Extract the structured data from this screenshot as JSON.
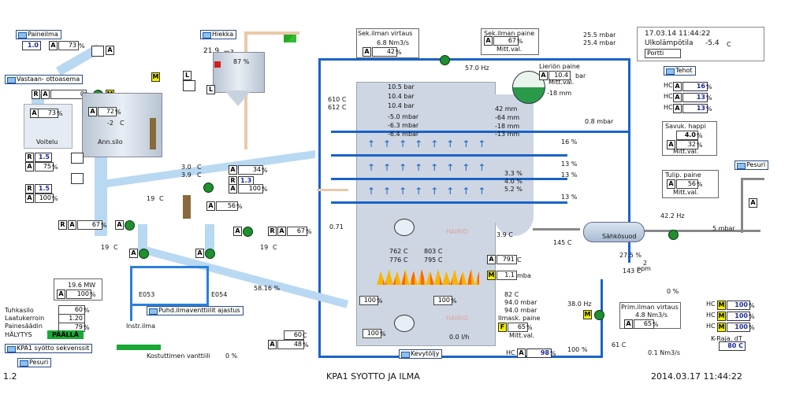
{
  "footer": {
    "left": "1.2",
    "title": "KPA1 SYOTTO JA ILMA",
    "datetime": "2014.03.17 11:44:22"
  },
  "header": {
    "date_time": "17.03.14 11:44:22",
    "outdoor_label": "Ulkolämpötila",
    "outdoor_value": "-5.4",
    "outdoor_unit": "C",
    "gate_button": "Portti"
  },
  "tags": {
    "paineilma": "Paineilma",
    "vastaan": "Vastaan-\nottoasema",
    "hiekka": "Hiekka",
    "tehot": "Tehot",
    "pesuri_right": "Pesuri",
    "pesuri_bottom": "Pesuri",
    "kevytoljy": "Kevytöljy",
    "puhd": "Puhd.ilmaventtiilit ajastus",
    "sekvenssit": "KPA1 syötto sekvenssit"
  },
  "labels": {
    "voitelu": "Voitelu",
    "annsilo": "Ann.silo",
    "instrilma": "Instr.ilma",
    "e053": "E053",
    "e054": "E054",
    "sahkosuod": "Sähkösuod",
    "hairio1": "HAIRIO",
    "hairio2": "HAIRIO"
  },
  "left_panel": {
    "v1": "1.0",
    "a73_1": "73",
    "r0": "0",
    "a73_2": "73",
    "a72": "72",
    "ann_temp": "-2",
    "r15_1": "1.5",
    "a75": "75",
    "r15_2": "1.5",
    "a100": "100",
    "hiekka_val": "21.9",
    "hiekka_unit": "m3",
    "silo_pct": "87"
  },
  "mid_values": {
    "t30": "3.0",
    "t39": "3.9",
    "a34": "34",
    "r13": "1.3",
    "a100_2": "100",
    "t19a": "19",
    "a56": "56",
    "ra67": "67",
    "ra67b": "67",
    "t19b": "19",
    "t19c": "19",
    "flow_58": "58.16",
    "t071": "0.71"
  },
  "boiler": {
    "p1": "10.5",
    "p2": "10.4",
    "p3": "10.4",
    "p_unit": "bar",
    "m1": "-5.0",
    "m2": "-6.3",
    "m3": "-6.4",
    "m_unit": "mbar",
    "mm1": "42",
    "mm2": "-64",
    "mm3": "-18",
    "mm4": "-13",
    "mm_unit": "mm",
    "t610": "610",
    "t612": "612",
    "o33": "3.3",
    "o40": "4.0",
    "o52": "5.2",
    "bed1": "762",
    "bed2": "803",
    "bed3": "776",
    "bed4": "795",
    "flow": "0.0",
    "flow_unit": "l/h",
    "t39b": "3.9"
  },
  "top_right": {
    "sek_virtaus_label": "Sek.ilman virtaus",
    "sek_virtaus": "6.8",
    "sek_virtaus_unit": "Nm3/s",
    "sek_a": "42",
    "sek_paine_label": "Sek.ilman paine",
    "sek_paine_a": "67",
    "mittval": "Mitt.val.",
    "p255": "25.5",
    "p254": "25.4",
    "freq57": "57.0",
    "drum_label": "Lieriön paine",
    "drum_p": "10.4",
    "drum_unit": "bar",
    "drum_mm": "-18",
    "p08": "0.8",
    "d16": "16",
    "d13a": "13",
    "d13b": "13",
    "d13c": "13"
  },
  "tehot": {
    "hc1": "16",
    "hc2": "13",
    "hc3": "13"
  },
  "savu": {
    "label": "Savuk. happi",
    "val": "4.0",
    "a": "32"
  },
  "tulip": {
    "label": "Tulip. paine",
    "a": "56"
  },
  "lower_right": {
    "freq422": "42.2",
    "mbar5": "5",
    "t145": "145",
    "p275": "27.5",
    "p2": "2",
    "t143": "143",
    "zero": "0",
    "ppm": "ppm"
  },
  "bottom_mid": {
    "a791": "791",
    "m11": "1.1",
    "t82": "82",
    "p94a": "94.0",
    "p94b": "94.0",
    "imask_label": "Ilmask. paine",
    "imask_f": "65",
    "hz38": "38.0",
    "prim_label": "Prim.ilman virtaus",
    "prim_v": "4.8",
    "prim_unit": "Nm3/s",
    "prim_a": "65",
    "hc98": "98",
    "pct100": "100",
    "t61": "61",
    "flow01": "0.1",
    "v100a": "100",
    "v100b": "100",
    "v100c": "100"
  },
  "right_bottom": {
    "hc1": "100",
    "hc2": "100",
    "hc3": "100",
    "kraja_label": "K-Raja. dT",
    "kraja": "80"
  },
  "left_bottom": {
    "mw": "19.6",
    "mw_unit": "MW",
    "a100": "100",
    "tuhkasilo_label": "Tuhkasilo",
    "tuhkasilo": "60",
    "laatu_label": "Laatukerroin",
    "laatu": "1.20",
    "paine_label": "Painesäädin",
    "paine": "79",
    "halytys_label": "HÄLYTYS",
    "halytys": "PÄÄLLÄ",
    "t60": "60",
    "a48": "48",
    "kostutus_label": "Kostuttimen vanttiili",
    "kostutus": "0"
  }
}
